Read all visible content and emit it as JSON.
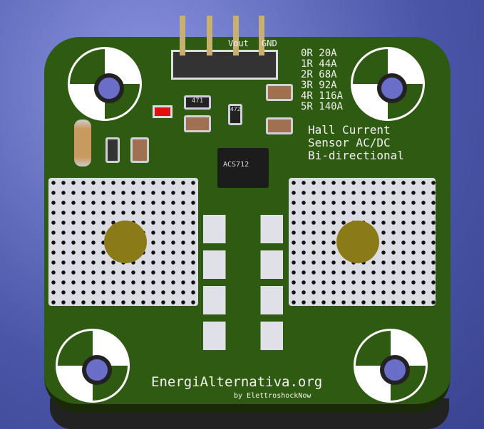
{
  "header_labels": [
    "Vout",
    "GND"
  ],
  "range_table": [
    "0R 20A",
    "1R 44A",
    "2R 68A",
    "3R 92A",
    "4R 116A",
    "5R 140A"
  ],
  "description": [
    "Hall Current",
    "Sensor AC/DC",
    "Bi-directional"
  ],
  "chip_label": "ACS712",
  "resistor_labels": [
    "471",
    "472"
  ],
  "footer": {
    "site": "EnergiAlternativa.org",
    "author": "by ElettroshockNow"
  }
}
